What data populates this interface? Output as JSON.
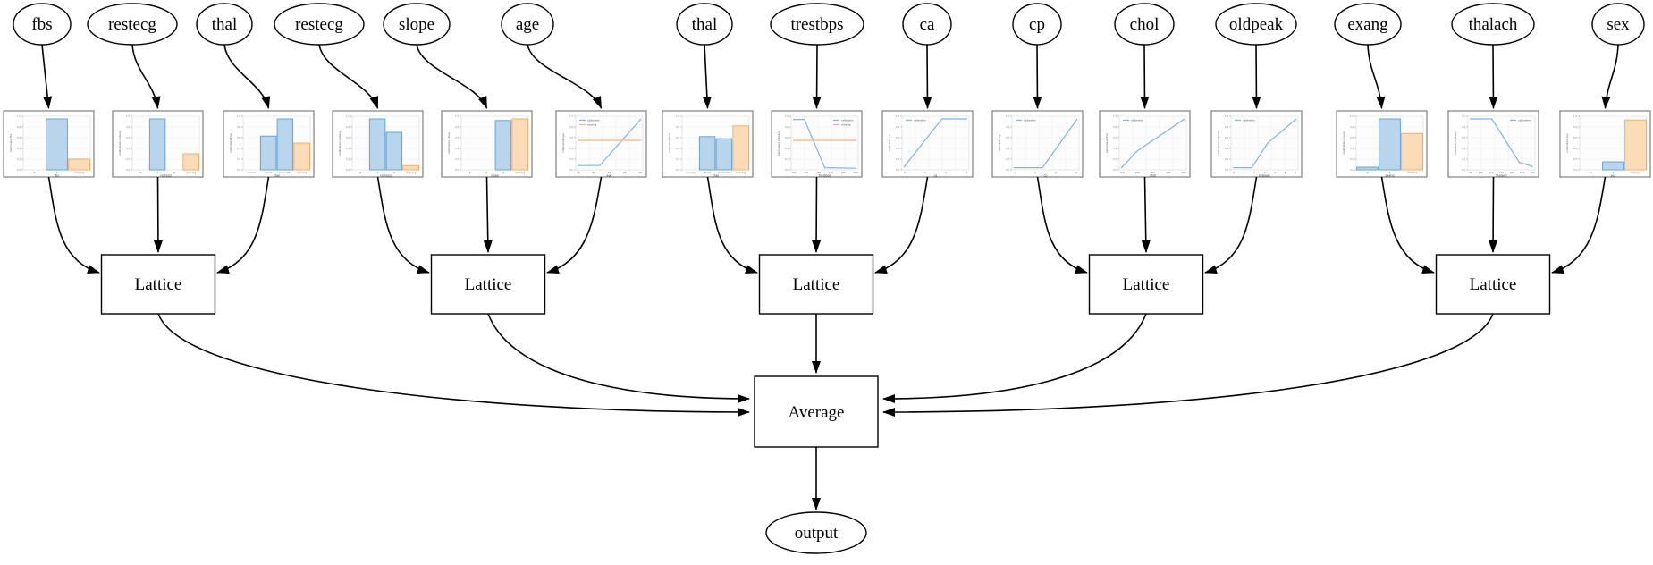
{
  "diagram": {
    "description": "Lattice ensemble model graph: calibrated inputs feed lattices, averaged to output",
    "nodes": {
      "inputs": [
        {
          "label": "fbs"
        },
        {
          "label": "restecg"
        },
        {
          "label": "thal"
        },
        {
          "label": "restecg"
        },
        {
          "label": "slope"
        },
        {
          "label": "age"
        },
        {
          "label": "thal"
        },
        {
          "label": "trestbps"
        },
        {
          "label": "ca"
        },
        {
          "label": "cp"
        },
        {
          "label": "chol"
        },
        {
          "label": "oldpeak"
        },
        {
          "label": "exang"
        },
        {
          "label": "thalach"
        },
        {
          "label": "sex"
        }
      ],
      "lattices": [
        {
          "label": "Lattice"
        },
        {
          "label": "Lattice"
        },
        {
          "label": "Lattice"
        },
        {
          "label": "Lattice"
        },
        {
          "label": "Lattice"
        }
      ],
      "average": {
        "label": "Average"
      },
      "output": {
        "label": "output"
      }
    },
    "structure": {
      "calibrator_groups_per_lattice": [
        [
          0,
          1,
          2
        ],
        [
          3,
          4,
          5
        ],
        [
          6,
          7,
          8
        ],
        [
          9,
          10,
          11
        ],
        [
          12,
          13,
          14
        ]
      ],
      "lattices_feed": "Average",
      "average_feeds": "output"
    }
  },
  "colors": {
    "bar_calibrated_fill": "#b9d5ec",
    "bar_calibrated_edge": "#5b9dd4",
    "bar_missing_fill": "#fcdcb6",
    "bar_missing_edge": "#f3a75f",
    "line_calibrated": "#82b4e2",
    "line_missing": "#f9b46e",
    "node_stroke": "#000000",
    "chart_frame": "#7f7f7f"
  },
  "chart_style": {
    "y_ticks": [
      "0.0",
      "0.2",
      "0.4",
      "0.6",
      "0.8",
      "1.0"
    ]
  },
  "chart_data": [
    {
      "type": "bar",
      "feature": "fbs",
      "xlabel": "fbs",
      "ylabel": "calibrated fbs",
      "categories": [
        "0",
        "1",
        "missing"
      ],
      "values": [
        0,
        0.95,
        0.2
      ],
      "bar_kinds": [
        "calibrated",
        "calibrated",
        "missing"
      ]
    },
    {
      "type": "bar",
      "feature": "restecg",
      "xlabel": "restecg",
      "ylabel": "calibrated restecg",
      "categories": [
        "0",
        "1",
        "2",
        "missing"
      ],
      "values": [
        0,
        0.95,
        0,
        0.3
      ],
      "bar_kinds": [
        "calibrated",
        "calibrated",
        "calibrated",
        "missing"
      ]
    },
    {
      "type": "bar",
      "feature": "thal",
      "xlabel": "thal",
      "ylabel": "calibrated thal",
      "categories": [
        "normal",
        "fixed",
        "reversible",
        "missing"
      ],
      "values": [
        0,
        0.63,
        0.95,
        0.5
      ],
      "bar_kinds": [
        "calibrated",
        "calibrated",
        "calibrated",
        "missing"
      ]
    },
    {
      "type": "bar",
      "feature": "restecg",
      "xlabel": "restecg",
      "ylabel": "calibrated restecg",
      "categories": [
        "0",
        "1",
        "2",
        "missing"
      ],
      "values": [
        0,
        0.95,
        0.7,
        0.08
      ],
      "bar_kinds": [
        "calibrated",
        "calibrated",
        "calibrated",
        "missing"
      ]
    },
    {
      "type": "bar",
      "feature": "slope",
      "xlabel": "slope",
      "ylabel": "calibrated slope",
      "categories": [
        "1",
        "2",
        "3",
        "missing"
      ],
      "values": [
        0,
        0,
        0.92,
        0.95
      ],
      "bar_kinds": [
        "calibrated",
        "calibrated",
        "calibrated",
        "missing"
      ]
    },
    {
      "type": "line",
      "feature": "age",
      "xlabel": "age",
      "ylabel": "calibrated age",
      "x_ticks": [
        "30",
        "40",
        "50",
        "60",
        "70"
      ],
      "legend_pos": "tl",
      "series": [
        {
          "name": "calibrated",
          "points_frac": [
            [
              0,
              0.08
            ],
            [
              0.35,
              0.08
            ],
            [
              1,
              0.95
            ]
          ]
        },
        {
          "name": "missing",
          "const_frac": 0.55
        }
      ]
    },
    {
      "type": "bar",
      "feature": "thal",
      "xlabel": "thal",
      "ylabel": "calibrated thal",
      "categories": [
        "normal",
        "fixed",
        "reversible",
        "missing"
      ],
      "values": [
        0,
        0.62,
        0.58,
        0.82
      ],
      "bar_kinds": [
        "calibrated",
        "calibrated",
        "calibrated",
        "missing"
      ]
    },
    {
      "type": "line",
      "feature": "trestbps",
      "xlabel": "trestbps",
      "ylabel": "calibrated trestbps",
      "x_ticks": [
        "100",
        "120",
        "140",
        "160",
        "180",
        "200"
      ],
      "legend_pos": "tr",
      "series": [
        {
          "name": "calibrated",
          "points_frac": [
            [
              0,
              0.94
            ],
            [
              0.18,
              0.94
            ],
            [
              0.5,
              0.04
            ],
            [
              1,
              0.03
            ]
          ]
        },
        {
          "name": "missing",
          "const_frac": 0.55
        }
      ]
    },
    {
      "type": "line",
      "feature": "ca",
      "xlabel": "ca",
      "ylabel": "calibrated ca",
      "x_ticks": [
        "0",
        "1",
        "2",
        "3"
      ],
      "legend_pos": "tl",
      "series": [
        {
          "name": "calibrated",
          "points_frac": [
            [
              0,
              0.05
            ],
            [
              0.6,
              0.95
            ],
            [
              1,
              0.95
            ]
          ]
        }
      ]
    },
    {
      "type": "line",
      "feature": "cp",
      "xlabel": "cp",
      "ylabel": "calibrated cp",
      "x_ticks": [
        "1",
        "2",
        "3",
        "4"
      ],
      "legend_pos": "tl",
      "series": [
        {
          "name": "calibrated",
          "points_frac": [
            [
              0,
              0.04
            ],
            [
              0.45,
              0.04
            ],
            [
              1,
              0.95
            ]
          ]
        }
      ]
    },
    {
      "type": "line",
      "feature": "chol",
      "xlabel": "chol",
      "ylabel": "calibrated chol",
      "x_ticks": [
        "100",
        "200",
        "300",
        "400",
        "500"
      ],
      "legend_pos": "tl",
      "series": [
        {
          "name": "calibrated",
          "points_frac": [
            [
              0,
              0.03
            ],
            [
              0.25,
              0.35
            ],
            [
              1,
              0.95
            ]
          ]
        }
      ]
    },
    {
      "type": "line",
      "feature": "oldpeak",
      "xlabel": "oldpeak",
      "ylabel": "calibrated oldpeak",
      "x_ticks": [
        "0",
        "1",
        "2",
        "3",
        "4",
        "5",
        "6"
      ],
      "legend_pos": "tl",
      "series": [
        {
          "name": "calibrated",
          "points_frac": [
            [
              0,
              0.04
            ],
            [
              0.3,
              0.04
            ],
            [
              0.55,
              0.5
            ],
            [
              1,
              0.95
            ]
          ]
        }
      ]
    },
    {
      "type": "bar",
      "feature": "exang",
      "xlabel": "exang",
      "ylabel": "calibrated exang",
      "categories": [
        "0",
        "1",
        "missing"
      ],
      "values": [
        0.05,
        0.95,
        0.68
      ],
      "bar_kinds": [
        "calibrated",
        "calibrated",
        "missing"
      ]
    },
    {
      "type": "line",
      "feature": "thalach",
      "xlabel": "thalach",
      "ylabel": "calibrated thalach",
      "x_ticks": [
        "80",
        "100",
        "120",
        "140",
        "160",
        "180",
        "200"
      ],
      "legend_pos": "tr",
      "series": [
        {
          "name": "calibrated",
          "points_frac": [
            [
              0,
              0.95
            ],
            [
              0.35,
              0.95
            ],
            [
              0.78,
              0.14
            ],
            [
              1,
              0.06
            ]
          ]
        }
      ]
    },
    {
      "type": "bar",
      "feature": "sex",
      "xlabel": "sex",
      "ylabel": "calibrated sex",
      "categories": [
        "0",
        "1",
        "missing"
      ],
      "values": [
        0,
        0.15,
        0.93
      ],
      "bar_kinds": [
        "calibrated",
        "calibrated",
        "missing"
      ]
    }
  ]
}
